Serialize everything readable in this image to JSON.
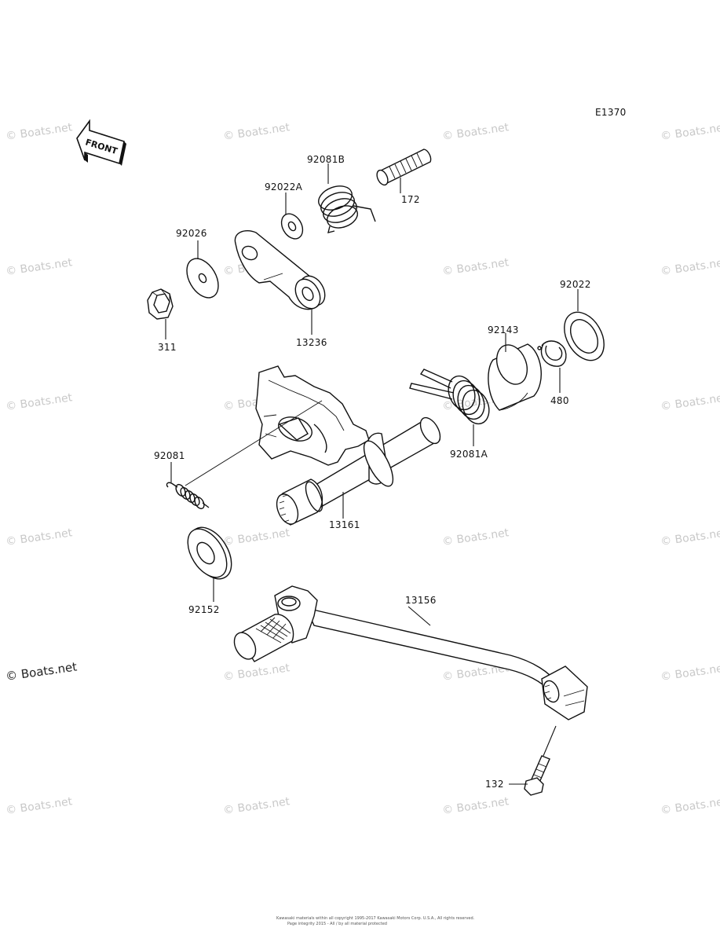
{
  "diagram_code": "E1370",
  "front_label": "FRONT",
  "watermark": "© Boats.net",
  "footer_text": [
    "Kawasaki materials within all copyright 1995-2017 Kawasaki Motors Corp. U.S.A., All rights reserved.",
    "Page integrity 2015 - All / by all material protected"
  ],
  "callouts": {
    "p92081B": "92081B",
    "p172": "172",
    "p92022A": "92022A",
    "p92026": "92026",
    "p311": "311",
    "p13236": "13236",
    "p92022": "92022",
    "p92143": "92143",
    "p480": "480",
    "p92081A": "92081A",
    "p92081": "92081",
    "p13161": "13161",
    "p92152": "92152",
    "p13156": "13156",
    "p132": "132"
  }
}
